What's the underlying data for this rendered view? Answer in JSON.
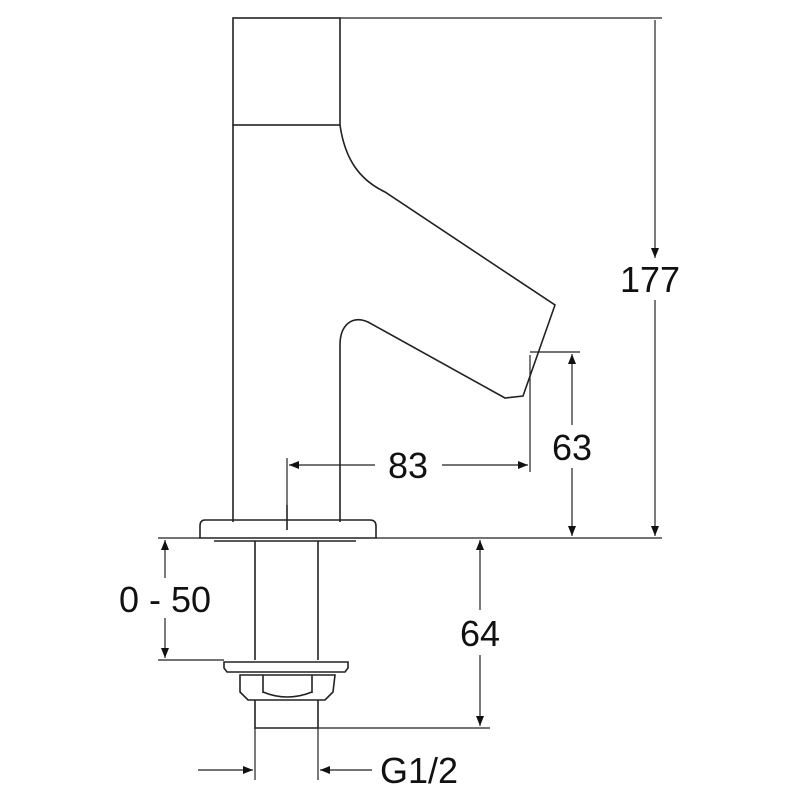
{
  "title": "Faucet dimension drawing",
  "dimensions": {
    "total_height": "177",
    "spout_height": "63",
    "spout_reach": "83",
    "shank_length": "64",
    "deck_thickness": "0 - 50",
    "thread": "G1/2"
  },
  "colors": {
    "line": "#222222",
    "background": "#ffffff"
  }
}
